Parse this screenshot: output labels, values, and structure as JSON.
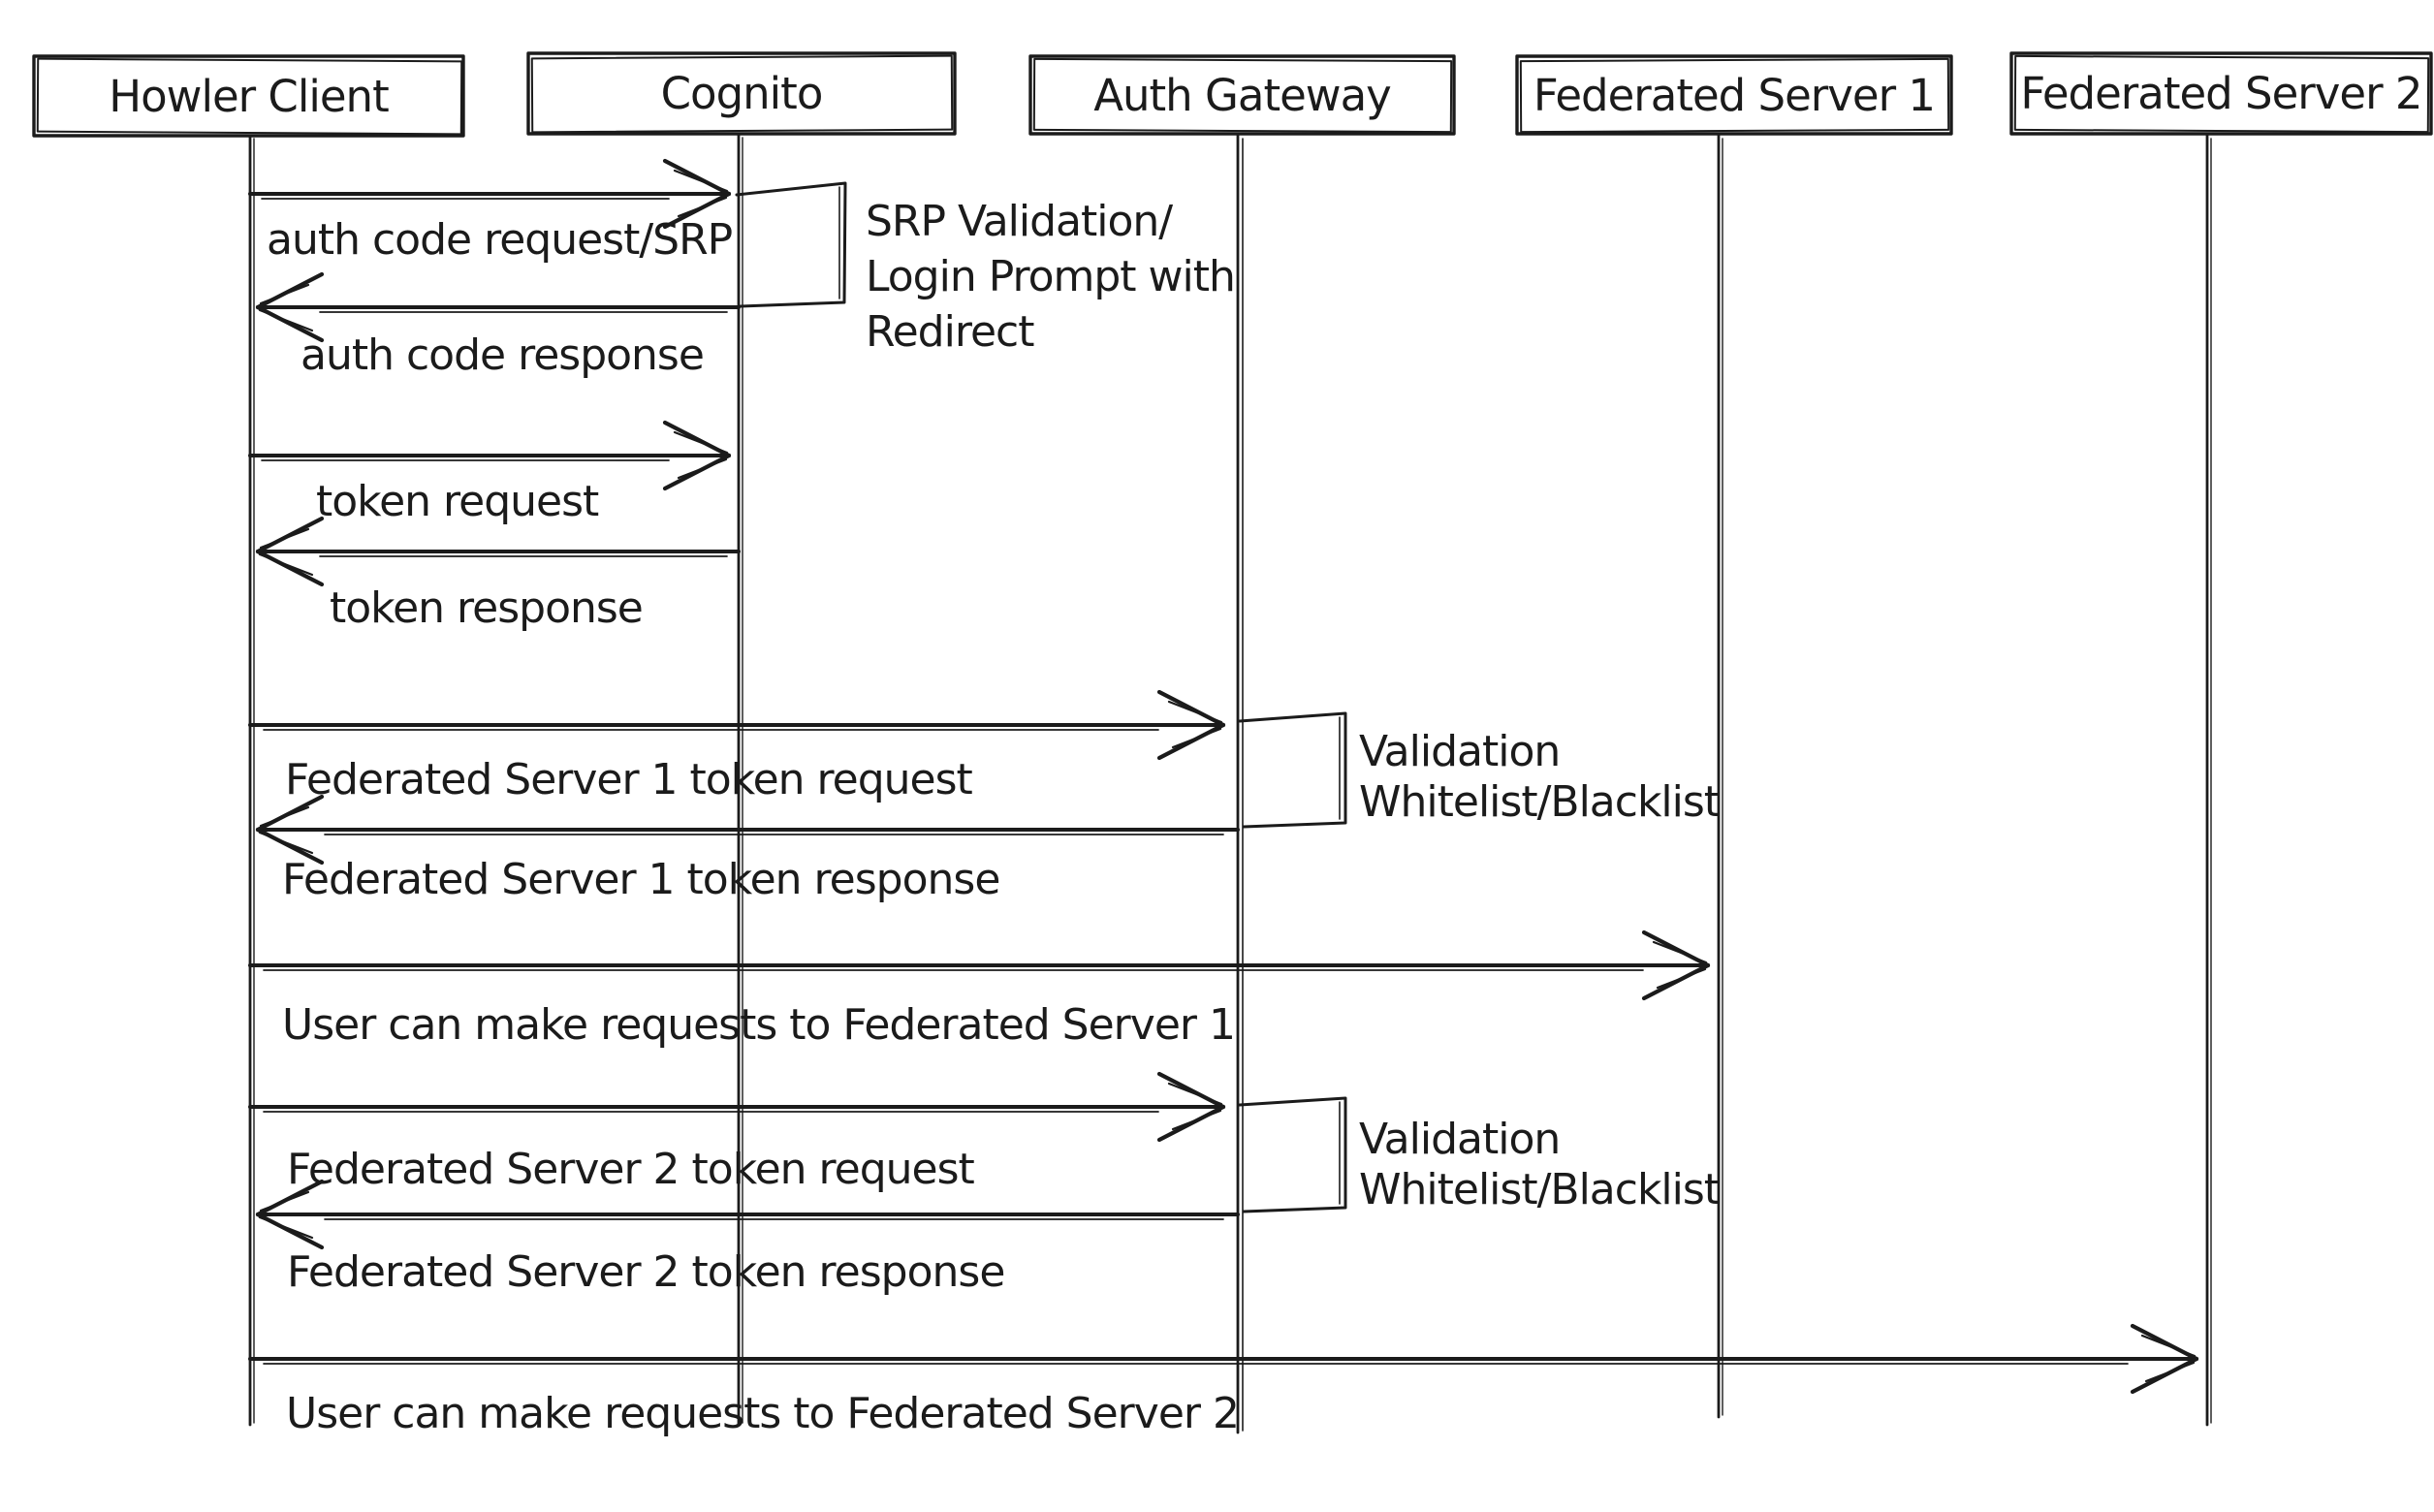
{
  "diagram": {
    "type": "sequence-diagram",
    "style": "hand-drawn",
    "colors": {
      "ink": "#1b1b1b",
      "background": "#ffffff"
    },
    "actors": [
      {
        "label": "Howler Client"
      },
      {
        "label": "Cognito"
      },
      {
        "label": "Auth Gateway"
      },
      {
        "label": "Federated Server 1"
      },
      {
        "label": "Federated Server 2"
      }
    ],
    "messages": [
      {
        "from": "Howler Client",
        "to": "Cognito",
        "label": "auth code request/SRP"
      },
      {
        "from": "Cognito",
        "to": "Howler Client",
        "label": "auth code response"
      },
      {
        "from": "Howler Client",
        "to": "Cognito",
        "label": "token request"
      },
      {
        "from": "Cognito",
        "to": "Howler Client",
        "label": "token response"
      },
      {
        "from": "Howler Client",
        "to": "Auth Gateway",
        "label": "Federated Server 1 token request"
      },
      {
        "from": "Auth Gateway",
        "to": "Howler Client",
        "label": "Federated Server 1 token response"
      },
      {
        "from": "Howler Client",
        "to": "Federated Server 1",
        "label": "User can make requests to Federated Server 1"
      },
      {
        "from": "Howler Client",
        "to": "Auth Gateway",
        "label": "Federated Server 2 token request"
      },
      {
        "from": "Auth Gateway",
        "to": "Howler Client",
        "label": "Federated Server 2 token response"
      },
      {
        "from": "Howler Client",
        "to": "Federated Server 2",
        "label": "User can make requests to Federated Server 2"
      }
    ],
    "self_calls": [
      {
        "actor": "Cognito",
        "label_lines": [
          "SRP Validation/",
          "Login Prompt with",
          "Redirect"
        ]
      },
      {
        "actor": "Auth Gateway",
        "label_lines": [
          "Validation",
          "Whitelist/Blacklist"
        ]
      },
      {
        "actor": "Auth Gateway",
        "label_lines": [
          "Validation",
          "Whitelist/Blacklist"
        ]
      }
    ]
  }
}
